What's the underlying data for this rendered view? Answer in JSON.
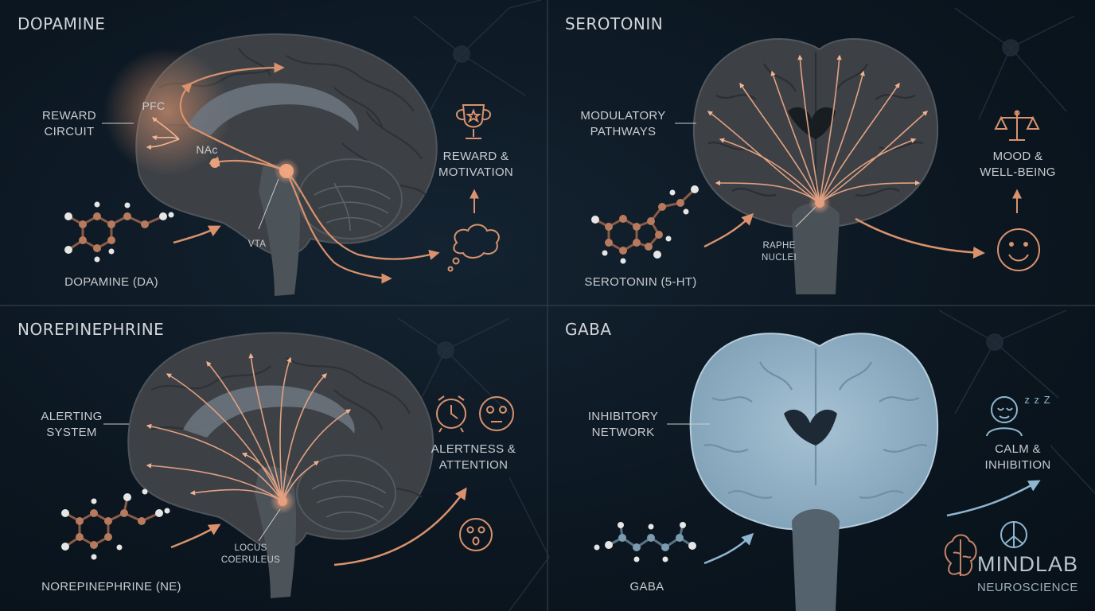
{
  "panels": {
    "dopamine": {
      "title": "DOPAMINE",
      "circuit_label": "REWARD\nCIRCUIT",
      "pfc": "PFC",
      "nac": "NAc",
      "vta": "VTA",
      "outcome": "REWARD &\nMOTIVATION",
      "molecule": "DOPAMINE (DA)",
      "icon": "trophy-icon",
      "icon2": "thought-cloud-icon"
    },
    "serotonin": {
      "title": "SEROTONIN",
      "circuit_label": "MODULATORY\nPATHWAYS",
      "raphe": "RAPHE\nNUCLEI",
      "outcome": "MOOD &\nWELL-BEING",
      "molecule": "SEROTONIN (5-HT)",
      "icon": "balance-scale-icon",
      "icon2": "smiley-icon"
    },
    "norepinephrine": {
      "title": "NOREPINEPHRINE",
      "circuit_label": "ALERTING\nSYSTEM",
      "lc": "LOCUS\nCOERULEUS",
      "outcome": "ALERTNESS &\nATTENTION",
      "molecule": "NOREPINEPHRINE (NE)",
      "icon": "alarm-clock-icon",
      "icon2": "alert-face-icon"
    },
    "gaba": {
      "title": "GABA",
      "circuit_label": "INHIBITORY\nNETWORK",
      "outcome": "CALM &\nINHIBITION",
      "molecule": "GABA",
      "icon": "sleeping-person-icon",
      "sleep": "z z Z"
    }
  },
  "brand": {
    "name": "MINDLAB",
    "sub": "NEUROSCIENCE"
  },
  "colors": {
    "accent_copper": "#d9926d",
    "accent_blue": "#8fb6d0",
    "brain_gray": "#3b3f44",
    "gaba_brain": "#8fb0c6",
    "background": "#0b1620"
  }
}
